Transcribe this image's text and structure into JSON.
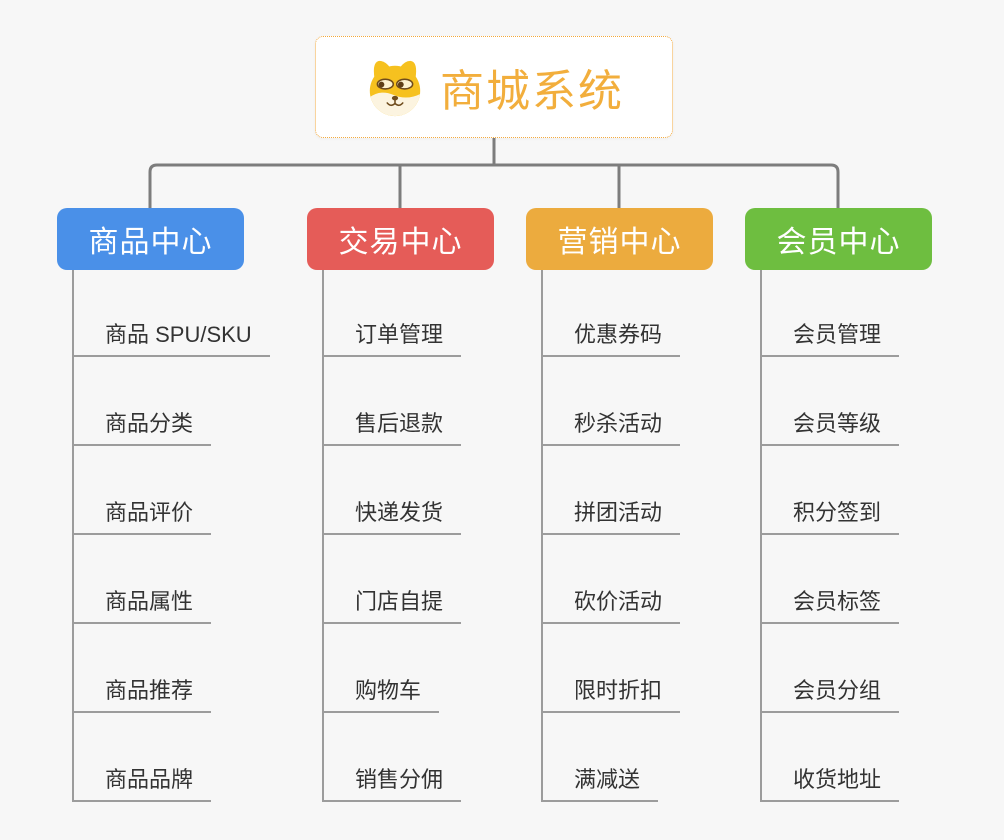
{
  "root": {
    "title": "商城系统",
    "icon": "dog-face-icon",
    "text_color": "#f2ae3c",
    "border_color": "#f3a93c"
  },
  "colors": {
    "background": "#f7f7f7",
    "connector": "#7d7d7d",
    "branch_line": "#9c9c9c",
    "item_text": "#333333"
  },
  "branches": [
    {
      "label": "商品中心",
      "color": "#4a90e8",
      "items": [
        "商品 SPU/SKU",
        "商品分类",
        "商品评价",
        "商品属性",
        "商品推荐",
        "商品品牌"
      ]
    },
    {
      "label": "交易中心",
      "color": "#e55c58",
      "items": [
        "订单管理",
        "售后退款",
        "快递发货",
        "门店自提",
        "购物车",
        "销售分佣"
      ]
    },
    {
      "label": "营销中心",
      "color": "#ecab3e",
      "items": [
        "优惠券码",
        "秒杀活动",
        "拼团活动",
        "砍价活动",
        "限时折扣",
        "满减送"
      ]
    },
    {
      "label": "会员中心",
      "color": "#6ebe40",
      "items": [
        "会员管理",
        "会员等级",
        "积分签到",
        "会员标签",
        "会员分组",
        "收货地址"
      ]
    }
  ]
}
